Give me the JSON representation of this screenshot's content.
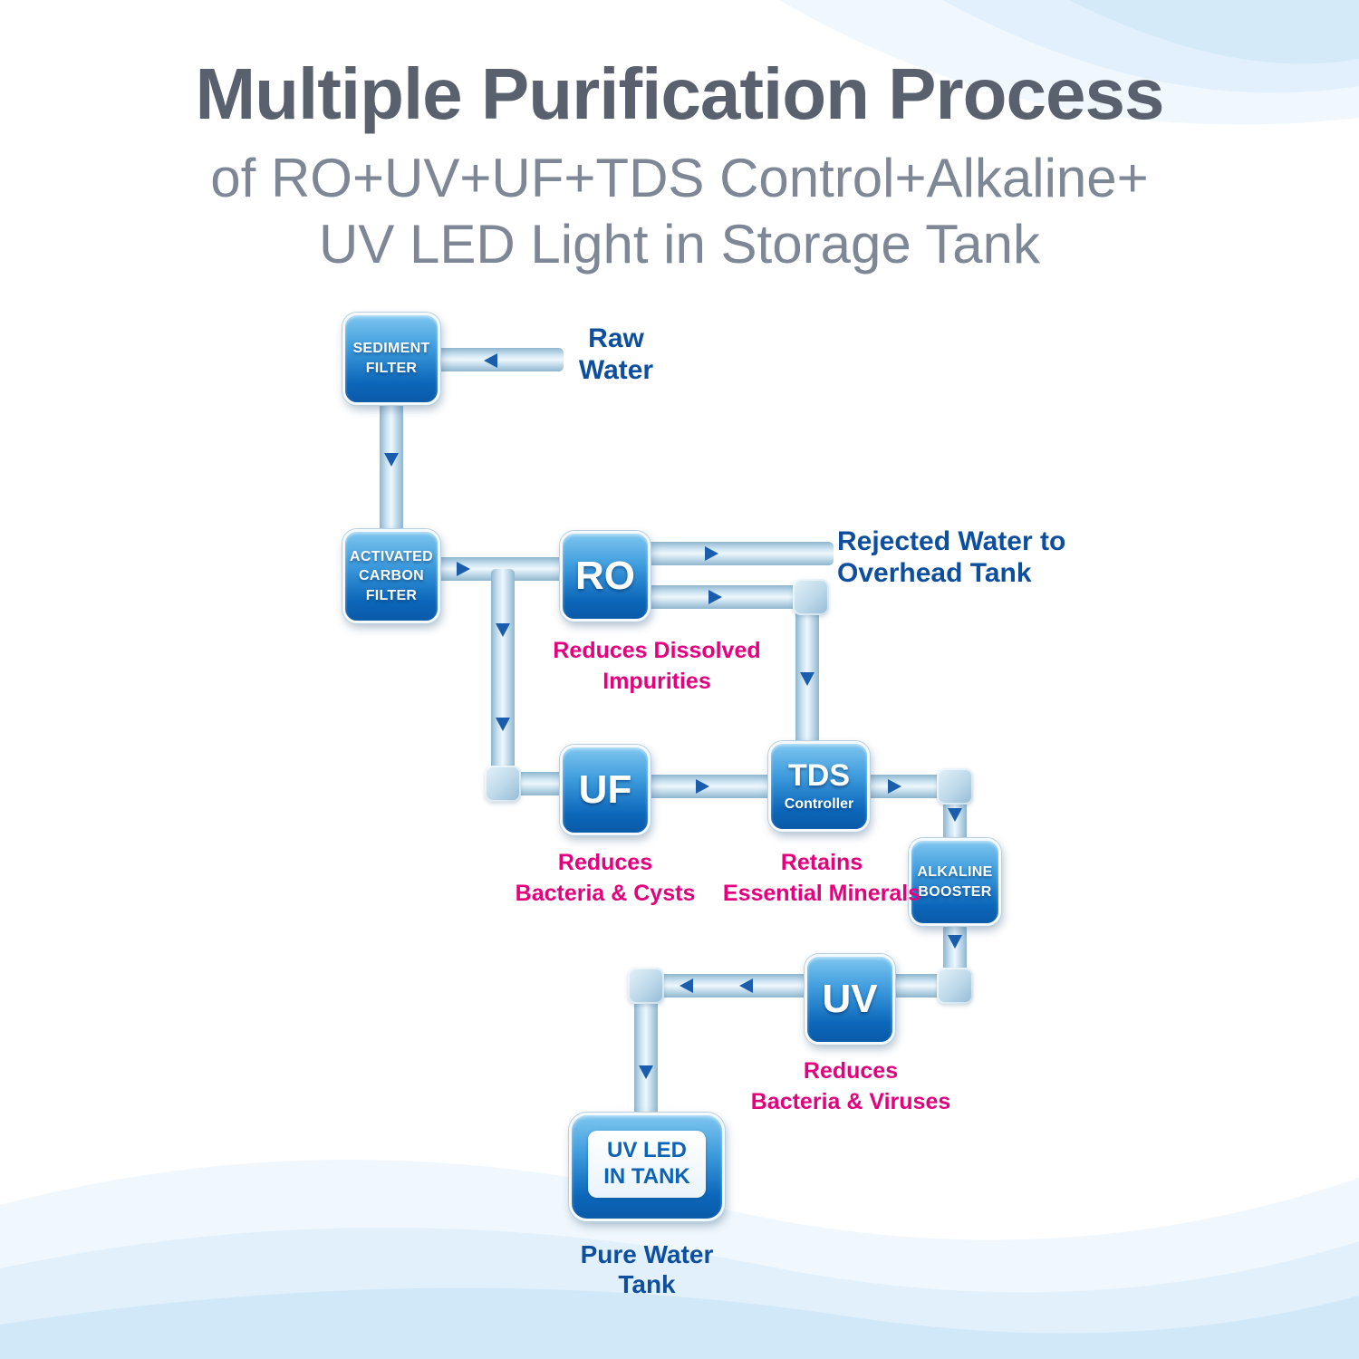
{
  "header": {
    "title": "Multiple Purification Process",
    "subtitle_line1": "of RO+UV+UF+TDS Control+Alkaline+",
    "subtitle_line2": "UV LED Light in Storage Tank"
  },
  "nodes": {
    "sediment": {
      "line1": "SEDIMENT",
      "line2": "FILTER"
    },
    "carbon": {
      "line1": "ACTIVATED",
      "line2": "CARBON",
      "line3": "FILTER"
    },
    "ro": {
      "label": "RO"
    },
    "uf": {
      "label": "UF"
    },
    "tds": {
      "label": "TDS",
      "sublabel": "Controller"
    },
    "alkaline": {
      "line1": "ALKALINE",
      "line2": "BOOSTER"
    },
    "uv": {
      "label": "UV"
    },
    "tank": {
      "line1": "UV LED",
      "line2": "IN TANK"
    }
  },
  "labels": {
    "raw_line1": "Raw",
    "raw_line2": "Water",
    "rejected_line1": "Rejected Water to",
    "rejected_line2": "Overhead Tank",
    "pure_water": "Pure Water Tank"
  },
  "notes": {
    "ro": "Reduces Dissolved Impurities",
    "uf_line1": "Reduces",
    "uf_line2": "Bacteria & Cysts",
    "tds_line1": "Retains",
    "tds_line2": "Essential Minerals",
    "uv_line1": "Reduces",
    "uv_line2": "Bacteria & Viruses"
  },
  "colors": {
    "title": "#59616e",
    "subtitle": "#7e8795",
    "node_blue_top": "#7ec6ef",
    "node_blue_bottom": "#0a5aa8",
    "pipe": "#bcd8e9",
    "arrow": "#1a5dad",
    "note_magenta": "#e4017e",
    "label_blue": "#0d4f9e"
  }
}
